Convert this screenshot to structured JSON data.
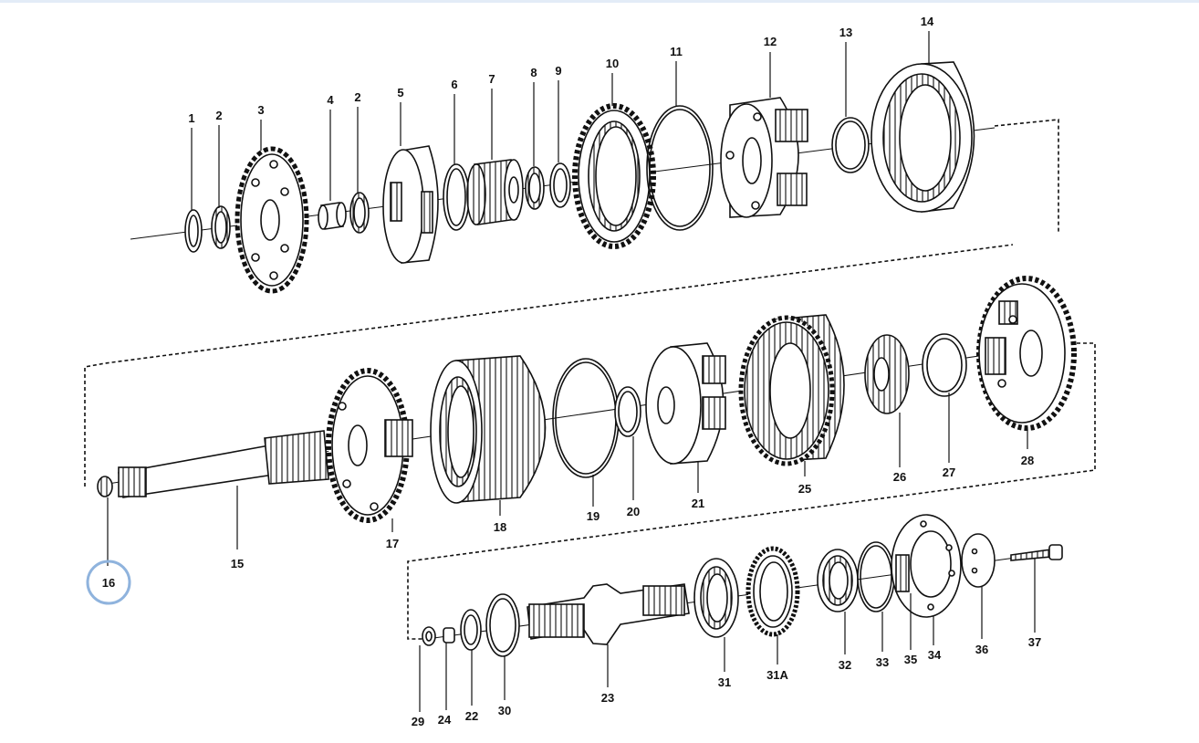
{
  "diagram": {
    "selected_part": "16",
    "parts": [
      {
        "id": "p1",
        "label": "1"
      },
      {
        "id": "p2a",
        "label": "2"
      },
      {
        "id": "p3",
        "label": "3"
      },
      {
        "id": "p4",
        "label": "4"
      },
      {
        "id": "p2b",
        "label": "2"
      },
      {
        "id": "p5",
        "label": "5"
      },
      {
        "id": "p6",
        "label": "6"
      },
      {
        "id": "p7",
        "label": "7"
      },
      {
        "id": "p8",
        "label": "8"
      },
      {
        "id": "p9",
        "label": "9"
      },
      {
        "id": "p10",
        "label": "10"
      },
      {
        "id": "p11",
        "label": "11"
      },
      {
        "id": "p12",
        "label": "12"
      },
      {
        "id": "p13",
        "label": "13"
      },
      {
        "id": "p14",
        "label": "14"
      },
      {
        "id": "p15",
        "label": "15"
      },
      {
        "id": "p16",
        "label": "16"
      },
      {
        "id": "p17",
        "label": "17"
      },
      {
        "id": "p18",
        "label": "18"
      },
      {
        "id": "p19",
        "label": "19"
      },
      {
        "id": "p20",
        "label": "20"
      },
      {
        "id": "p21",
        "label": "21"
      },
      {
        "id": "p25",
        "label": "25"
      },
      {
        "id": "p26",
        "label": "26"
      },
      {
        "id": "p27",
        "label": "27"
      },
      {
        "id": "p28",
        "label": "28"
      },
      {
        "id": "p29",
        "label": "29"
      },
      {
        "id": "p24",
        "label": "24"
      },
      {
        "id": "p22",
        "label": "22"
      },
      {
        "id": "p30",
        "label": "30"
      },
      {
        "id": "p23",
        "label": "23"
      },
      {
        "id": "p31",
        "label": "31"
      },
      {
        "id": "p31A",
        "label": "31A"
      },
      {
        "id": "p32",
        "label": "32"
      },
      {
        "id": "p33",
        "label": "33"
      },
      {
        "id": "p35",
        "label": "35"
      },
      {
        "id": "p34",
        "label": "34"
      },
      {
        "id": "p36",
        "label": "36"
      },
      {
        "id": "p37",
        "label": "37"
      }
    ]
  }
}
